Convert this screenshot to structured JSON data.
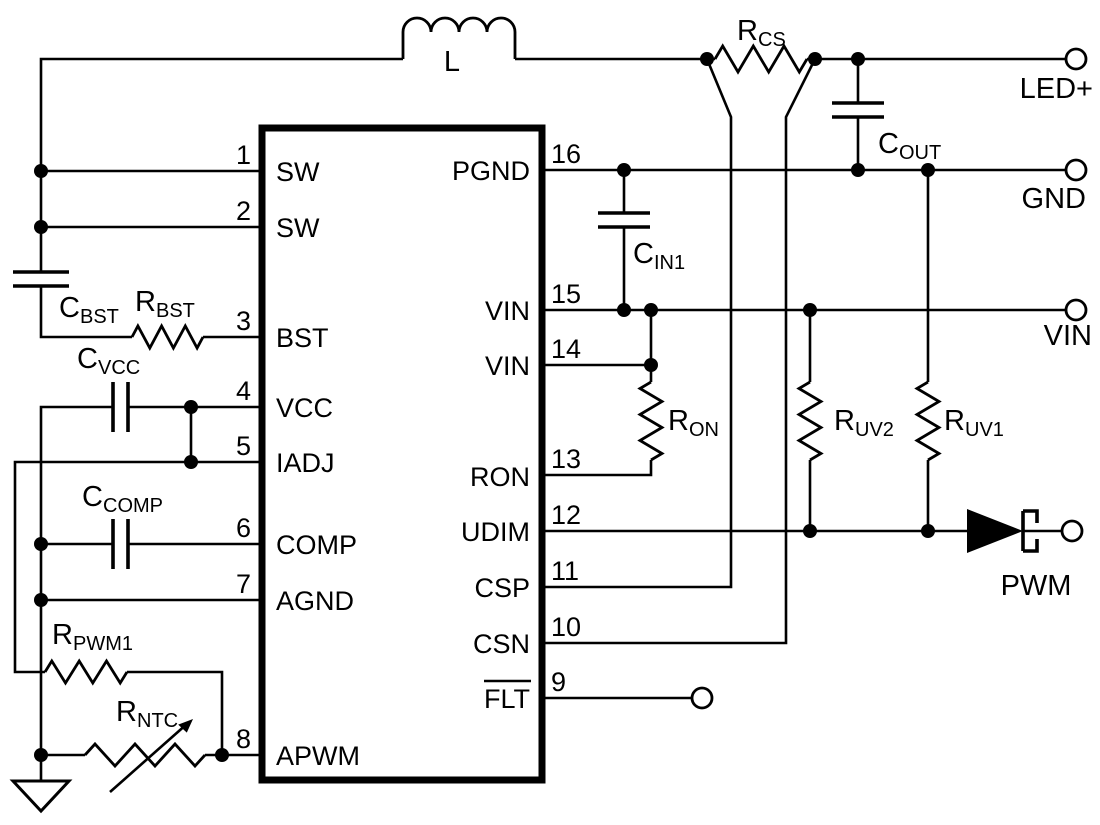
{
  "ic": {
    "left_pins": [
      {
        "num": "1",
        "name": "SW"
      },
      {
        "num": "2",
        "name": "SW"
      },
      {
        "num": "3",
        "name": "BST"
      },
      {
        "num": "4",
        "name": "VCC"
      },
      {
        "num": "5",
        "name": "IADJ"
      },
      {
        "num": "6",
        "name": "COMP"
      },
      {
        "num": "7",
        "name": "AGND"
      },
      {
        "num": "8",
        "name": "APWM"
      }
    ],
    "right_pins": [
      {
        "num": "16",
        "name": "PGND"
      },
      {
        "num": "15",
        "name": "VIN"
      },
      {
        "num": "14",
        "name": "VIN"
      },
      {
        "num": "13",
        "name": "RON"
      },
      {
        "num": "12",
        "name": "UDIM"
      },
      {
        "num": "11",
        "name": "CSP"
      },
      {
        "num": "10",
        "name": "CSN"
      },
      {
        "num": "9",
        "name": "FLT",
        "overline": true
      }
    ]
  },
  "components": {
    "l": {
      "ref": "L",
      "sub": ""
    },
    "rcs": {
      "ref": "R",
      "sub": "CS"
    },
    "cout": {
      "ref": "C",
      "sub": "OUT"
    },
    "cin1": {
      "ref": "C",
      "sub": "IN1"
    },
    "ron": {
      "ref": "R",
      "sub": "ON"
    },
    "ruv2": {
      "ref": "R",
      "sub": "UV2"
    },
    "ruv1": {
      "ref": "R",
      "sub": "UV1"
    },
    "cbst": {
      "ref": "C",
      "sub": "BST"
    },
    "rbst": {
      "ref": "R",
      "sub": "BST"
    },
    "cvcc": {
      "ref": "C",
      "sub": "VCC"
    },
    "ccomp": {
      "ref": "C",
      "sub": "COMP"
    },
    "rpwm1": {
      "ref": "R",
      "sub": "PWM1"
    },
    "rntc": {
      "ref": "R",
      "sub": "NTC"
    }
  },
  "terminals": {
    "ledp": "LED+",
    "gnd": "GND",
    "vin": "VIN",
    "pwm": "PWM"
  },
  "colors": {
    "line": "#000000",
    "background": "#ffffff"
  }
}
